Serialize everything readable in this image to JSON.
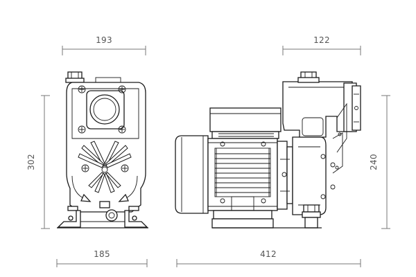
{
  "dimensions": {
    "front_top_width": "193",
    "front_height": "302",
    "front_bottom_width": "185",
    "side_top_width": "122",
    "side_height": "240",
    "side_bottom_width": "412"
  },
  "colors": {
    "line": "#1a1a1a",
    "dimension_line": "#777777",
    "dimension_text": "#555555",
    "background": "#ffffff"
  }
}
